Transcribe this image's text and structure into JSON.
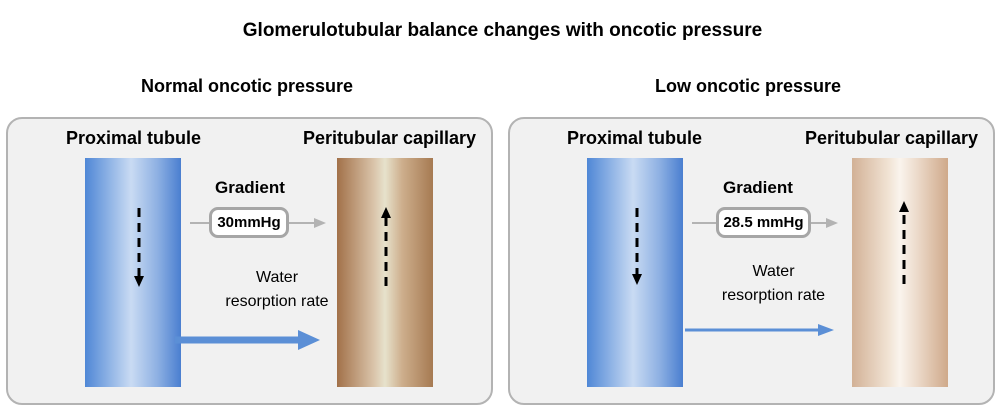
{
  "title": "Glomerulotubular balance changes with oncotic pressure",
  "panels": {
    "normal": {
      "heading": "Normal oncotic pressure",
      "tubule_label": "Proximal tubule",
      "capillary_label": "Peritubular capillary",
      "gradient_label": "Gradient",
      "gradient_value": "30mmHg",
      "water_line1": "Water",
      "water_line2": "resorption rate"
    },
    "low": {
      "heading": "Low oncotic pressure",
      "tubule_label": "Proximal tubule",
      "capillary_label": "Peritubular capillary",
      "gradient_label": "Gradient",
      "gradient_value": "28.5 mmHg",
      "water_line1": "Water",
      "water_line2": "resorption rate"
    }
  },
  "colors": {
    "tubule_blue": "#4f87d6",
    "arrow_blue": "#5b8fd6",
    "capillary_normal": "#a27149",
    "capillary_low": "#d2b196",
    "gradient_arrow_gray": "#b3b3b3",
    "panel_background": "#f1f1f1"
  }
}
